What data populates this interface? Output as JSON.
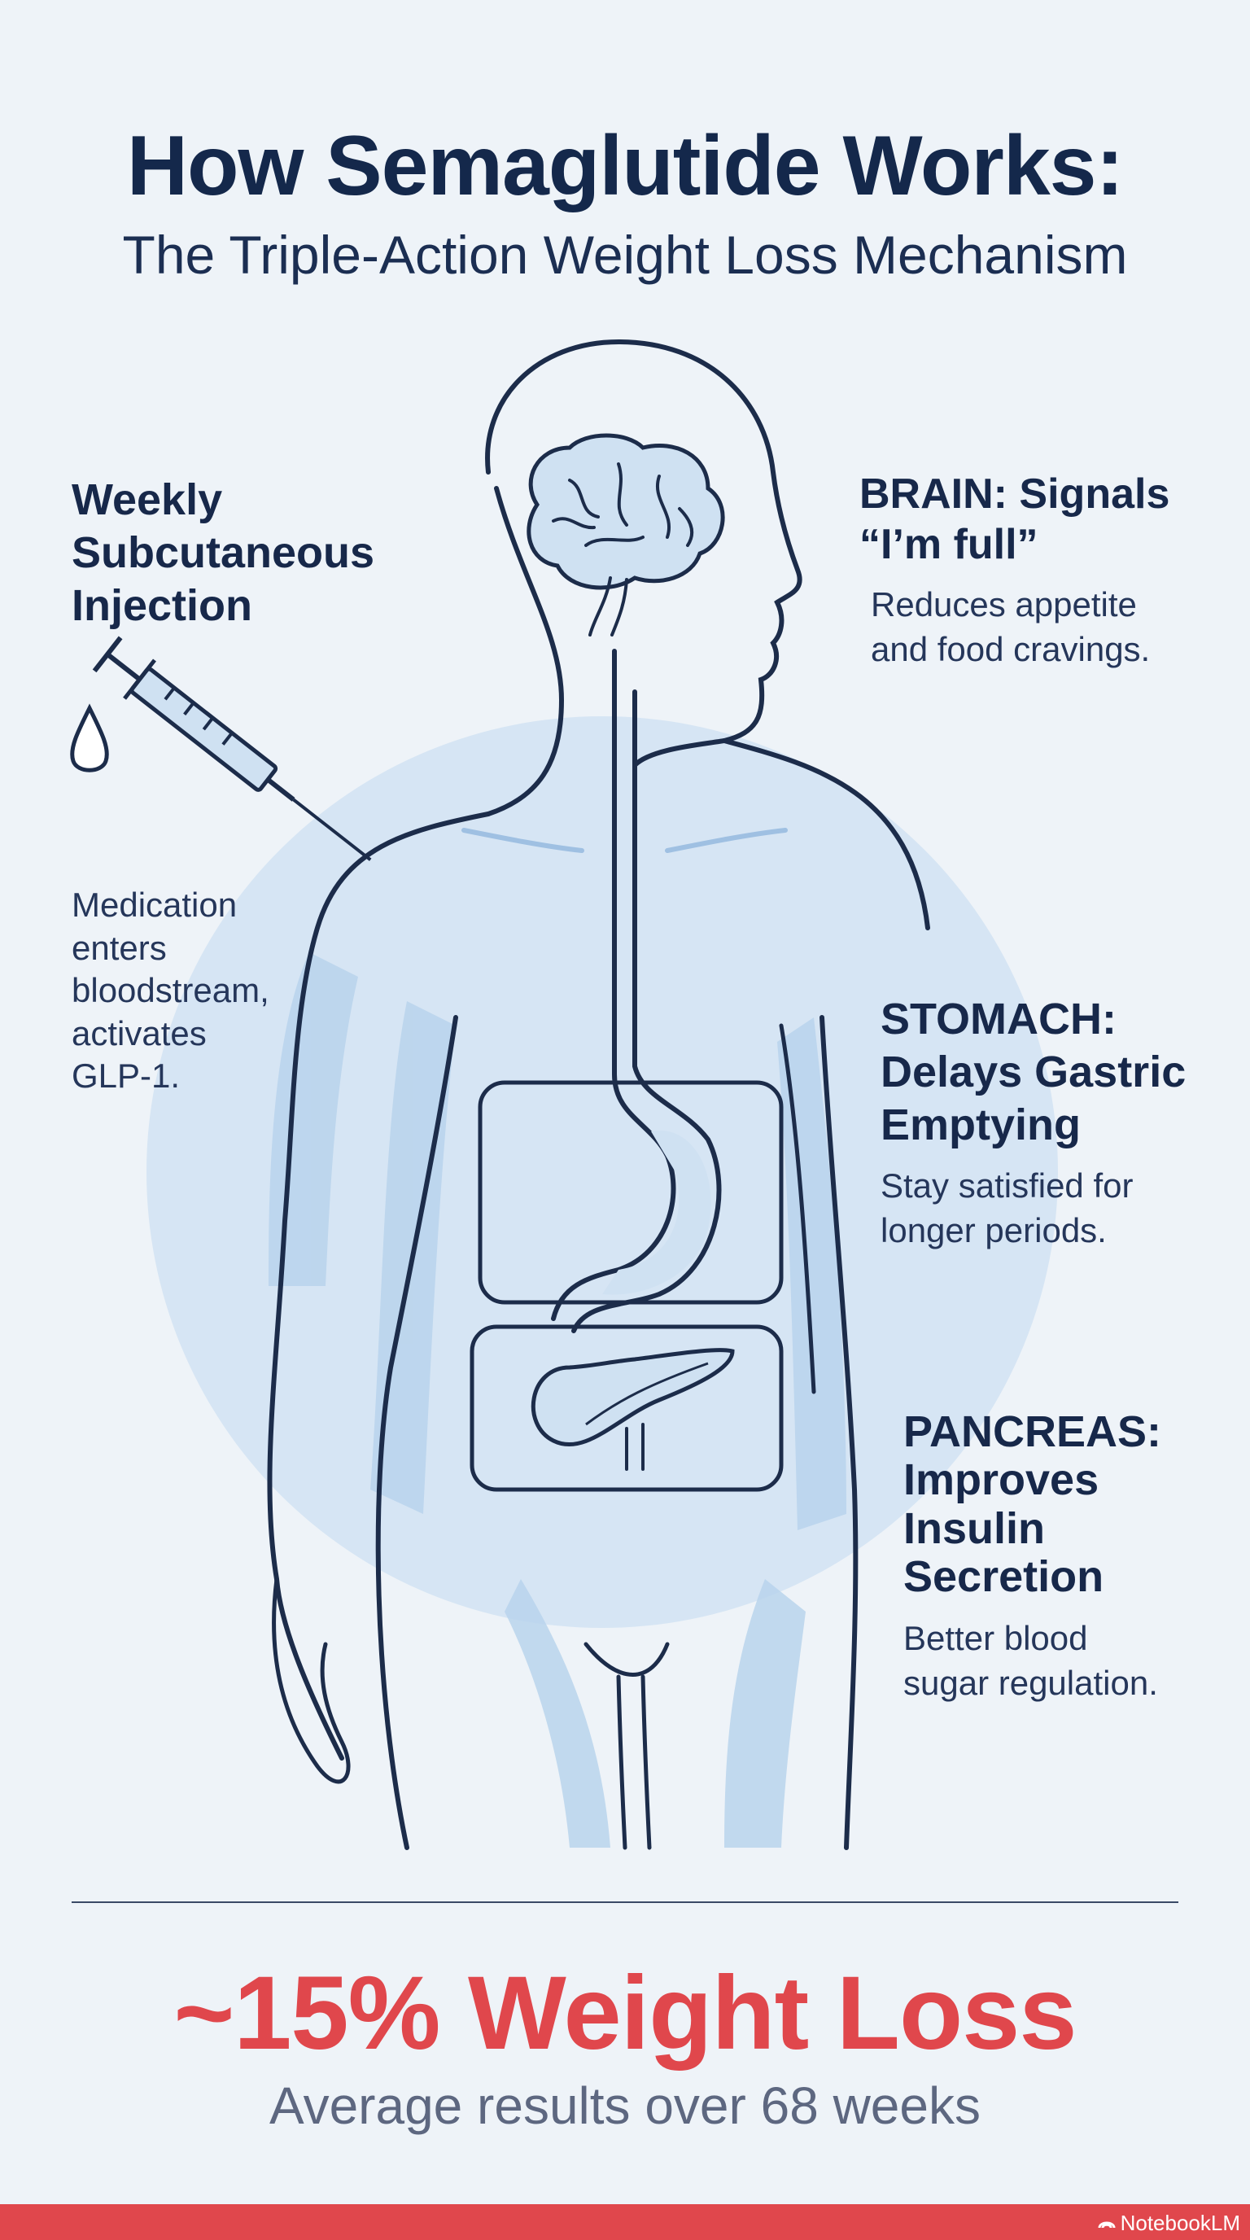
{
  "header": {
    "title": "How Semaglutide Works:",
    "subtitle": "The Triple-Action Weight Loss Mechanism"
  },
  "injection": {
    "title_lines": [
      "Weekly",
      "Subcutaneous",
      "Injection"
    ],
    "desc_lines": [
      "Medication",
      "enters",
      "bloodstream,",
      "activates",
      "GLP-1."
    ]
  },
  "brain": {
    "title_lines": [
      "BRAIN: Signals",
      "“I’m full”"
    ],
    "desc_lines": [
      "Reduces appetite",
      "and food cravings."
    ]
  },
  "stomach": {
    "title_lines": [
      "STOMACH:",
      "Delays Gastric",
      "Emptying"
    ],
    "desc_lines": [
      "Stay satisfied for",
      "longer periods."
    ]
  },
  "pancreas": {
    "title_lines": [
      "PANCREAS:",
      "Improves",
      "Insulin",
      "Secretion"
    ],
    "desc_lines": [
      "Better blood",
      "sugar regulation."
    ]
  },
  "result": {
    "stat": "~15% Weight Loss",
    "caption": "Average results over 68 weeks"
  },
  "footer": {
    "brand": "NotebookLM"
  },
  "colors": {
    "navy": "#14284b",
    "accent_red": "#e0474c",
    "light_blue": "#cfe1f2",
    "body_fill": "#b9d4ec"
  }
}
